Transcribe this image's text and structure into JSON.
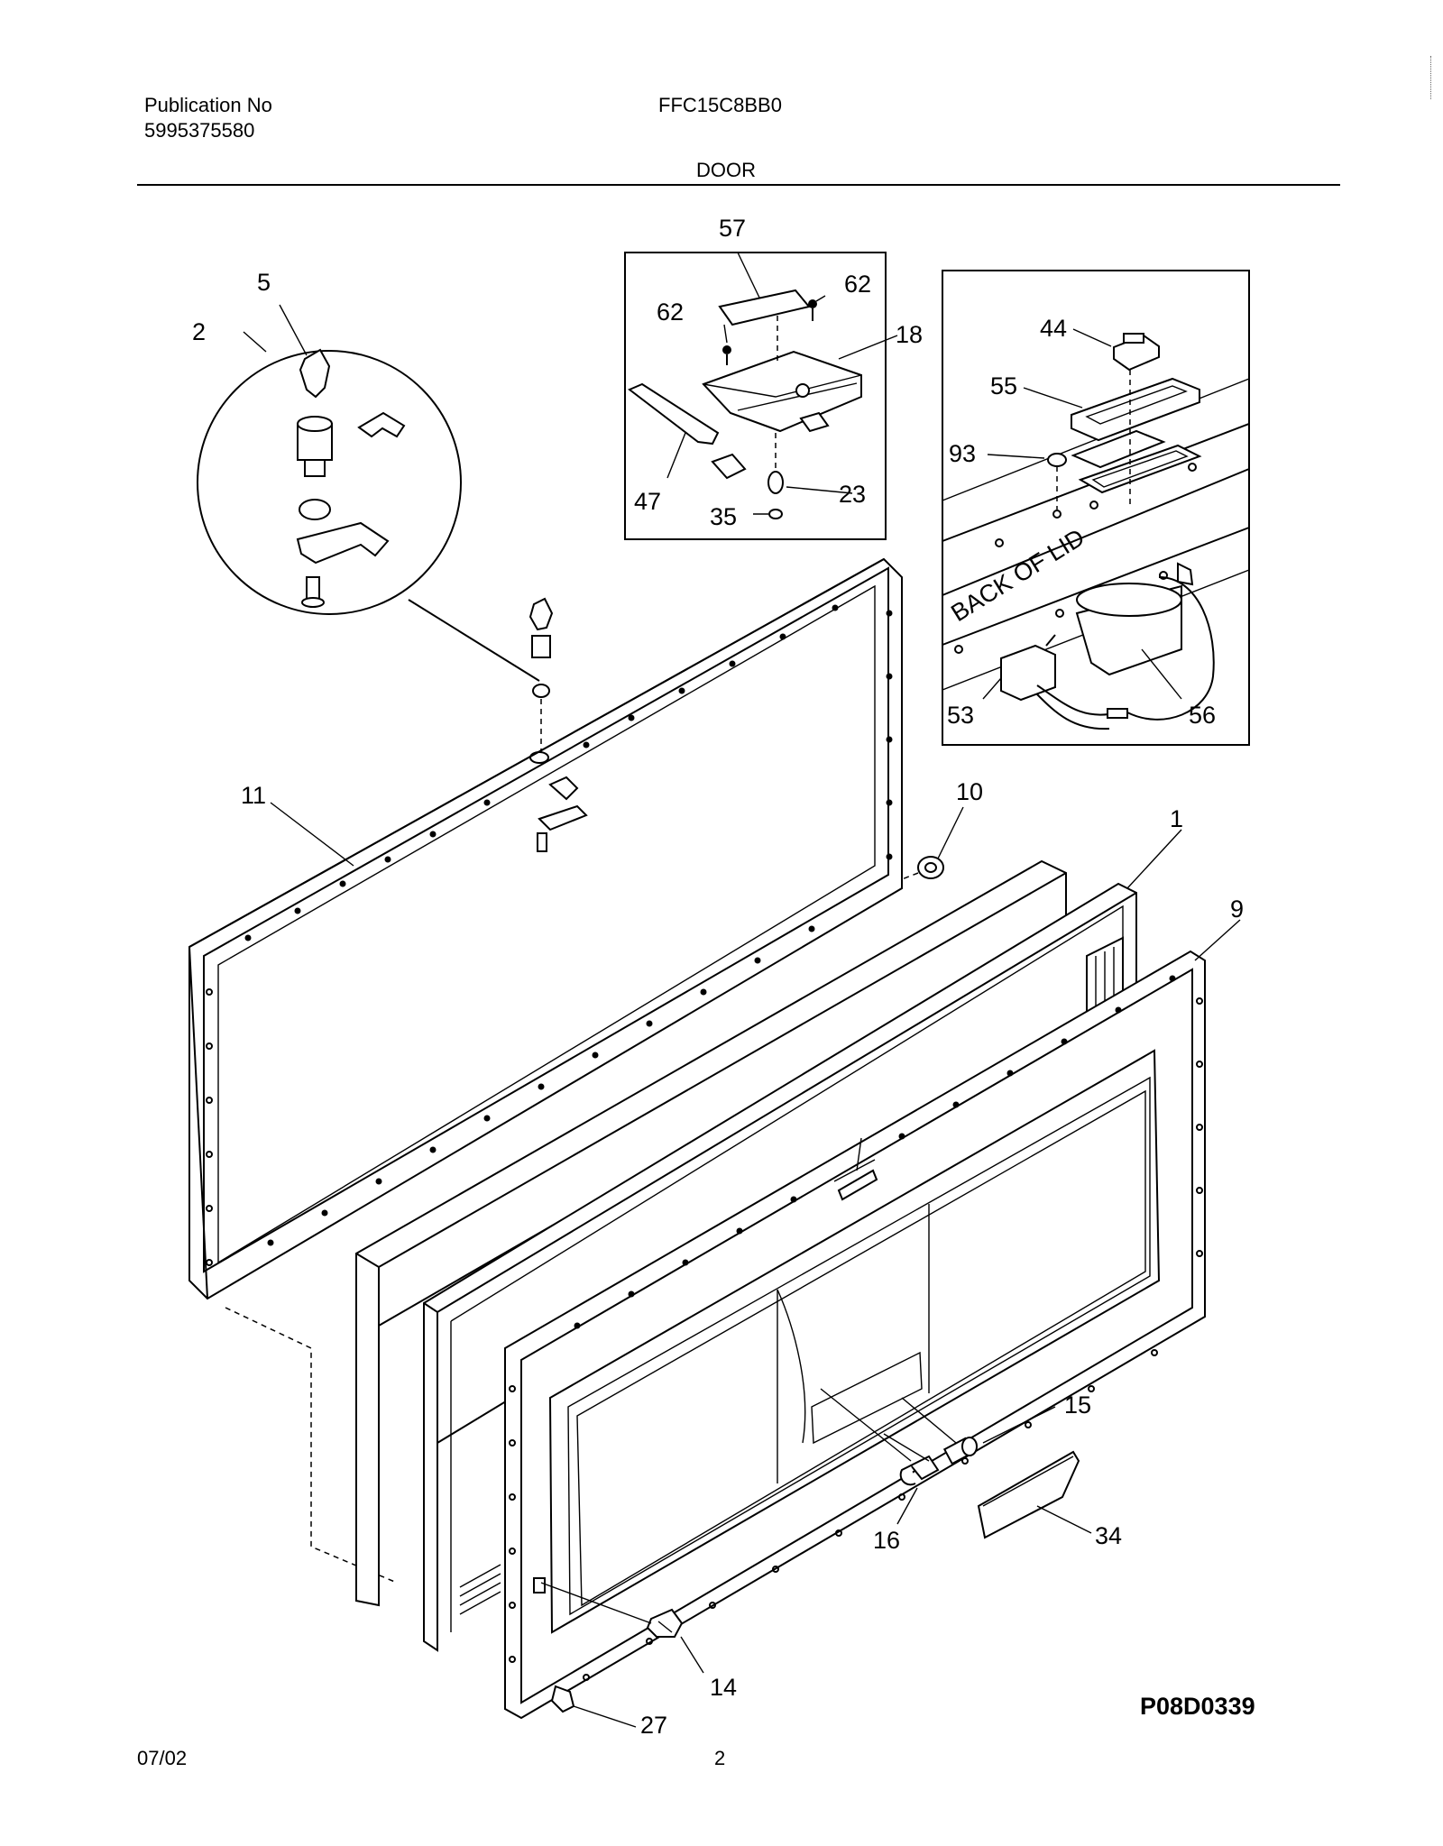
{
  "header": {
    "publication_label": "Publication No",
    "publication_number": "5995375580",
    "model_number": "FFC15C8BB0",
    "section_title": "DOOR"
  },
  "footer": {
    "date": "07/02",
    "page_number": "2",
    "drawing_code": "P08D0339"
  },
  "callouts": {
    "c1": "1",
    "c2": "2",
    "c5": "5",
    "c9": "9",
    "c10": "10",
    "c11": "11",
    "c14": "14",
    "c15": "15",
    "c16": "16",
    "c18": "18",
    "c23": "23",
    "c27": "27",
    "c34": "34",
    "c35": "35",
    "c44": "44",
    "c47": "47",
    "c53": "53",
    "c55": "55",
    "c56": "56",
    "c57": "57",
    "c62a": "62",
    "c62b": "62",
    "c93": "93"
  },
  "inset_text": {
    "back_of_lid": "BACK OF LID"
  }
}
